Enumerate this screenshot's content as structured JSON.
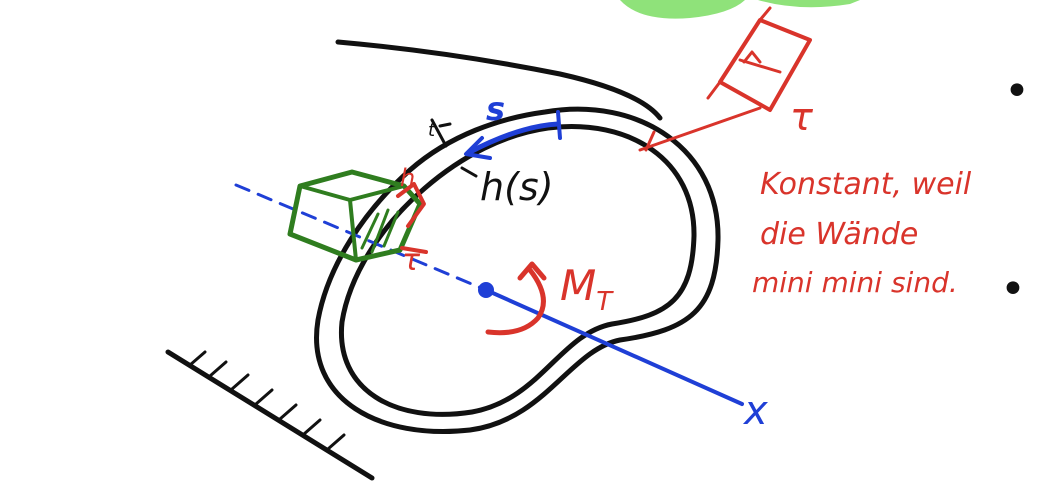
{
  "colors": {
    "black": "#111111",
    "blue": "#1f3fd6",
    "red": "#d9342b",
    "green": "#2f7d1f",
    "highlight": "#8fe27a"
  },
  "labels": {
    "s": "s",
    "t": "t",
    "hs": "h(s)",
    "h": "h",
    "tau_left": "τ",
    "tau_right": "τ",
    "moment": "M",
    "moment_sub": "T",
    "x": "x"
  },
  "note": {
    "line1": "Konstant, weil",
    "line2": "die Wände",
    "line3": "mini mini sind."
  },
  "bullets": [
    "•",
    "•"
  ]
}
